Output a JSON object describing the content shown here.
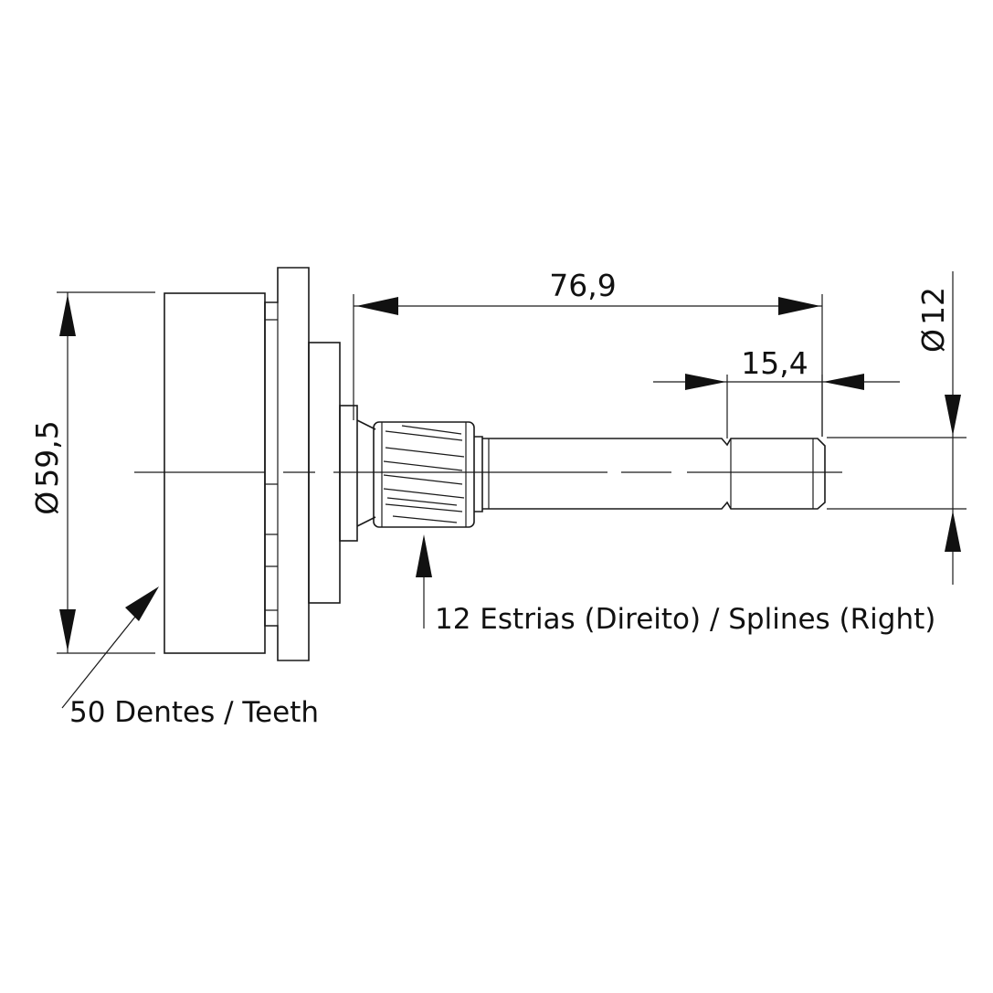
{
  "dimensions": {
    "overall_length": "76,9",
    "end_length": "15,4",
    "shaft_diameter_symbol": "Ø",
    "shaft_diameter": "12",
    "gear_diameter_symbol": "Ø",
    "gear_diameter": "59,5"
  },
  "labels": {
    "splines": "12 Estrias (Direito) / Splines (Right)",
    "teeth": "50 Dentes / Teeth"
  },
  "colors": {
    "line": "#1a1a1a",
    "background": "#ffffff"
  }
}
